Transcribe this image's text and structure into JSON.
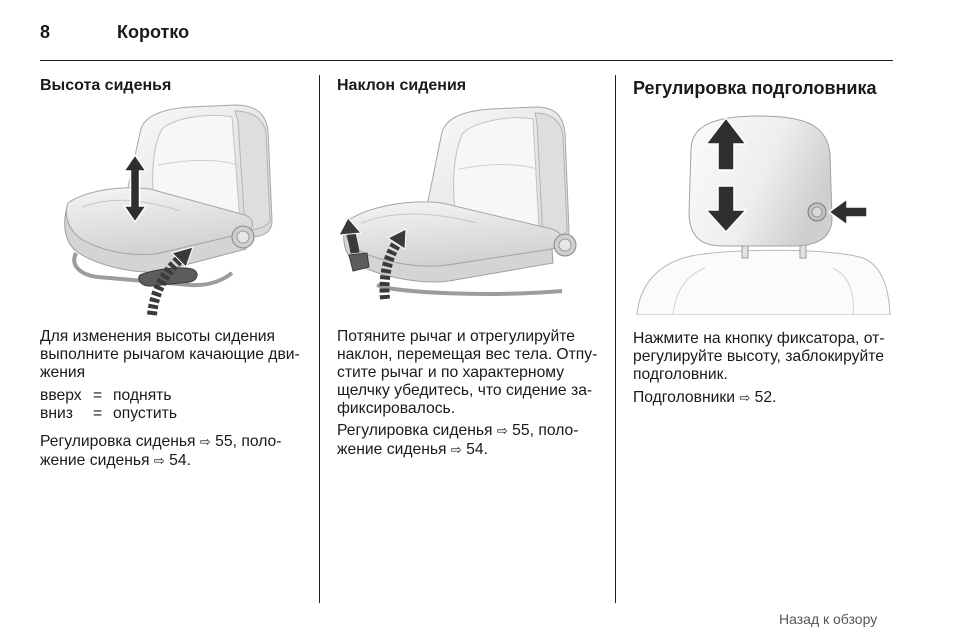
{
  "header": {
    "page_number": "8",
    "section_title": "Коротко"
  },
  "columns": [
    {
      "heading": "Высота сиденья",
      "intro_lines": [
        "Для изменения высоты сидения",
        "выполните рычагом качающие дви-",
        "жения"
      ],
      "definitions": [
        {
          "term": "вверх",
          "separator": "=",
          "meaning": "поднять"
        },
        {
          "term": "вниз",
          "separator": "=",
          "meaning": "опустить"
        }
      ],
      "references": [
        {
          "text": "Регулировка сиденья",
          "symbol": "⇨",
          "page": "55",
          "after": ", поло-"
        },
        {
          "text": "жение сиденья",
          "symbol": "⇨",
          "page": "54",
          "after": "."
        }
      ]
    },
    {
      "heading": "Наклон сидения",
      "intro_lines": [
        "Потяните рычаг и отрегулируйте",
        "наклон, перемещая вес тела. Отпу-",
        "стите рычаг и по характерному",
        "щелчку убедитесь, что сидение за-",
        "фиксировалось."
      ],
      "references": [
        {
          "text": "Регулировка сиденья",
          "symbol": "⇨",
          "page": "55",
          "after": ", поло-"
        },
        {
          "text": "жение сиденья",
          "symbol": "⇨",
          "page": "54",
          "after": "."
        }
      ]
    },
    {
      "heading": "Регулировка подголовника",
      "intro_lines": [
        "Нажмите на кнопку фиксатора, от-",
        "регулируйте высоту, заблокируйте",
        "подголовник."
      ],
      "references": [
        {
          "text": "Подголовники",
          "symbol": "⇨",
          "page": "52",
          "after": "."
        }
      ]
    }
  ],
  "footer": {
    "back_link": "Назад к обзору"
  },
  "colors": {
    "text": "#1a1a1a",
    "rules": "#222222",
    "footer_link": "#555555"
  }
}
